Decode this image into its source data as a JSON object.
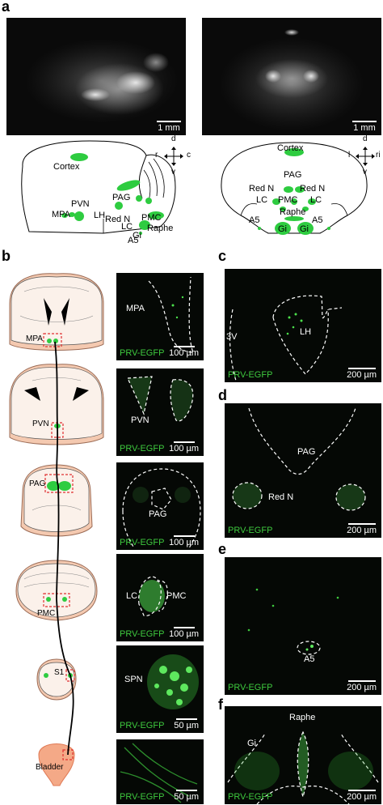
{
  "panel_letters": {
    "a": "a",
    "b": "b",
    "c": "c",
    "d": "d",
    "e": "e",
    "f": "f"
  },
  "colors": {
    "region_fill": "#2ecc40",
    "signal": "#3ec93e",
    "micro_bg": "#050805",
    "atlas_skin": "#f4c9b0"
  },
  "panel_a": {
    "sagittal_scale": "1 mm",
    "coronal_scale": "1 mm",
    "sagittal_compass": {
      "up": "d",
      "left": "r",
      "right": "c",
      "down": "v"
    },
    "coronal_compass": {
      "up": "d",
      "left": "l",
      "right": "ri",
      "down": "v"
    },
    "sagittal_labels": {
      "cortex": "Cortex",
      "pag": "PAG",
      "red_n": "Red N",
      "lc": "LC",
      "pmc": "PMC",
      "raphe": "Raphe",
      "gi": "Gi",
      "a5": "A5",
      "pvn": "PVN",
      "mpa": "MPA",
      "lh": "LH"
    },
    "coronal_labels": {
      "cortex": "Cortex",
      "pag": "PAG",
      "red_n_left": "Red N",
      "red_n_right": "Red N",
      "lc_left": "LC",
      "pmc": "PMC",
      "lc_right": "LC",
      "raphe": "Raphe",
      "a5_left": "A5",
      "a5_right": "A5",
      "gi_left": "Gi",
      "gi_right": "Gi"
    }
  },
  "panel_b": {
    "atlas_labels": {
      "mpa": "MPA",
      "pvn": "PVN",
      "pag": "PAG",
      "pmc": "PMC",
      "s1": "S1",
      "bladder": "Bladder"
    },
    "micro": [
      {
        "region": "MPA",
        "tracer": "PRV-EGFP",
        "scale": "100 µm"
      },
      {
        "region": "PVN",
        "tracer": "PRV-EGFP",
        "scale": "100 µm"
      },
      {
        "region": "PAG",
        "tracer": "PRV-EGFP",
        "scale": "100 µm"
      },
      {
        "region_a": "LC",
        "region_b": "PMC",
        "tracer": "PRV-EGFP",
        "scale": "100 µm"
      },
      {
        "region": "SPN",
        "tracer": "PRV-EGFP",
        "scale": "50 µm"
      },
      {
        "tracer": "PRV-EGFP",
        "scale": "50 µm"
      }
    ]
  },
  "panel_c": {
    "region_a": "3V",
    "region_b": "LH",
    "tracer": "PRV-EGFP",
    "scale": "200 µm"
  },
  "panel_d": {
    "region_a": "PAG",
    "region_b": "Red N",
    "tracer": "PRV-EGFP",
    "scale": "200 µm"
  },
  "panel_e": {
    "region": "A5",
    "tracer": "PRV-EGFP",
    "scale": "200 µm"
  },
  "panel_f": {
    "region_a": "Raphe",
    "region_b": "Gi",
    "tracer": "PRV-EGFP",
    "scale": "200 µm"
  }
}
